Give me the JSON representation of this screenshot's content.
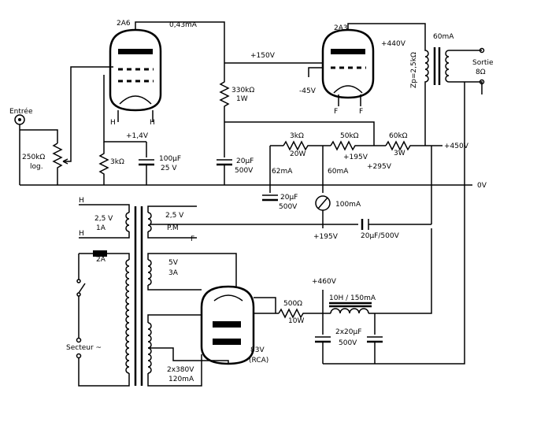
{
  "tubes": {
    "v1": "2A6",
    "v2": "2A3",
    "rect": "83V",
    "rect_brand": "(RCA)"
  },
  "labels": {
    "i_v1_plate": "0,43mA",
    "b_plus_150": "+150V",
    "r_plate": "330kΩ",
    "r_plate_w": "1W",
    "v_cathode_v2": "-45V",
    "i_out": "60mA",
    "v_out_plate": "+440V",
    "zp": "Zp=2,5kΩ",
    "out_label": "Sortie",
    "out_imp": "8Ω",
    "input": "Entrée",
    "pot": "250kΩ",
    "pot_type": "log.",
    "v_cathode_v1": "+1,4V",
    "r_cathode": "3kΩ",
    "c_cathode": "100μF",
    "c_cathode_v": "25 V",
    "c_coupling": "20μF",
    "c_coupling_v": "500V",
    "r_dec1": "3kΩ",
    "r_dec1_w": "20W",
    "r_dec2": "50kΩ",
    "r_dec3": "60kΩ",
    "r_dec3_w": "3W",
    "v_450": "+450V",
    "v_295": "+295V",
    "v_195_a": "+195V",
    "i_62": "62mA",
    "i_60": "60mA",
    "c_filter": "20μF",
    "c_filter_v": "500V",
    "meter": "100mA",
    "v_195_b": "+195V",
    "c_bias": "20μF/500V",
    "ground": "0V",
    "heater_H": "H",
    "heater_F": "F",
    "tr_25": "2,5 V",
    "tr_1a": "1A",
    "tr_25b": "2,5 V",
    "tr_pm": "P.M",
    "fuse": "2A",
    "tr_5v": "5V",
    "tr_3a": "3A",
    "mains": "Secteur ~",
    "tr_hv": "2x380V",
    "tr_hv_i": "120mA",
    "v_460": "+460V",
    "r_500": "500Ω",
    "r_500_w": "10W",
    "choke": "10H / 150mA",
    "c_double": "2x20μF",
    "c_double_v": "500V"
  }
}
